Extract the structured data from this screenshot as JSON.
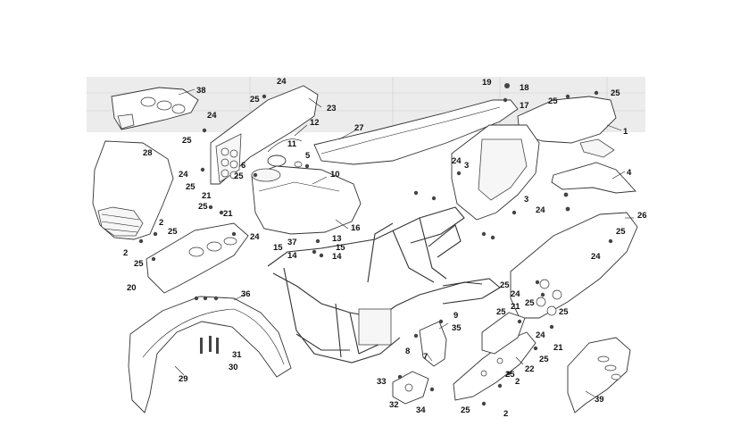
{
  "callouts": {
    "c1": "1",
    "c2a": "2",
    "c2b": "2",
    "c2c": "2",
    "c2d": "2",
    "c3a": "3",
    "c3b": "3",
    "c4": "4",
    "c5": "5",
    "c6": "6",
    "c7": "7",
    "c8": "8",
    "c9": "9",
    "c10": "10",
    "c11": "11",
    "c12": "12",
    "c13": "13",
    "c14a": "14",
    "c14b": "14",
    "c15a": "15",
    "c15b": "15",
    "c16": "16",
    "c17": "17",
    "c18": "18",
    "c19": "19",
    "c20": "20",
    "c21a": "21",
    "c21b": "21",
    "c21c": "21",
    "c21d": "21",
    "c22": "22",
    "c23": "23",
    "c24a": "24",
    "c24b": "24",
    "c24c": "24",
    "c24d": "24",
    "c24e": "24",
    "c24f": "24",
    "c24g": "24",
    "c24h": "24",
    "c24i": "24",
    "c25a": "25",
    "c25b": "25",
    "c25c": "25",
    "c25d": "25",
    "c25e": "25",
    "c25f": "25",
    "c25g": "25",
    "c25h": "25",
    "c25i": "25",
    "c25j": "25",
    "c25k": "25",
    "c25l": "25",
    "c25m": "25",
    "c25n": "25",
    "c25o": "25",
    "c26": "26",
    "c27": "27",
    "c28": "28",
    "c29": "29",
    "c30": "30",
    "c31": "31",
    "c32": "32",
    "c33": "33",
    "c34": "34",
    "c35": "35",
    "c36": "36",
    "c37": "37",
    "c38": "38",
    "c39": "39"
  },
  "colors": {
    "line": "#333333",
    "background": "#ffffff",
    "scan_tint": "#ececec"
  }
}
